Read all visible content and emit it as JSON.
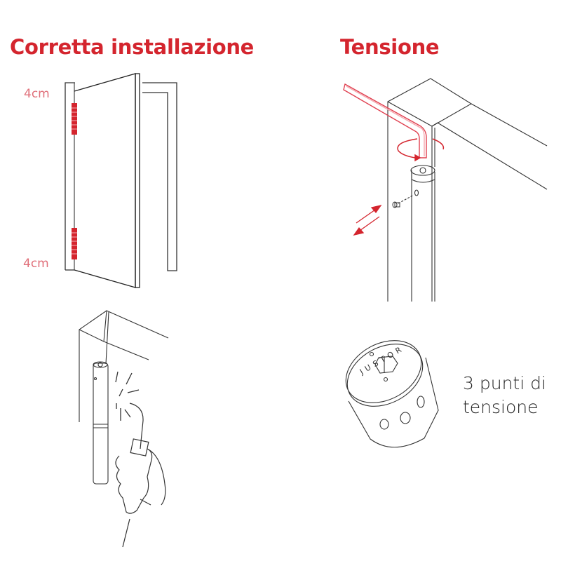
{
  "sections": {
    "installation": {
      "title": "Corretta installazione",
      "dimension_top": "4cm",
      "dimension_bottom": "4cm"
    },
    "tension": {
      "title": "Tensione",
      "caption_line1": "3 punti di",
      "caption_line2": "tensione",
      "cap_text": "JUSTOR"
    }
  },
  "colors": {
    "accent": "#d4252e",
    "dimension": "#e0707a",
    "line": "#222222"
  },
  "icons": [
    "door-icon",
    "hinge-icon",
    "allen-key-icon",
    "rotate-arrow-icon",
    "double-arrow-icon",
    "screw-icon",
    "hammer-hand-icon",
    "tension-cap-icon"
  ]
}
